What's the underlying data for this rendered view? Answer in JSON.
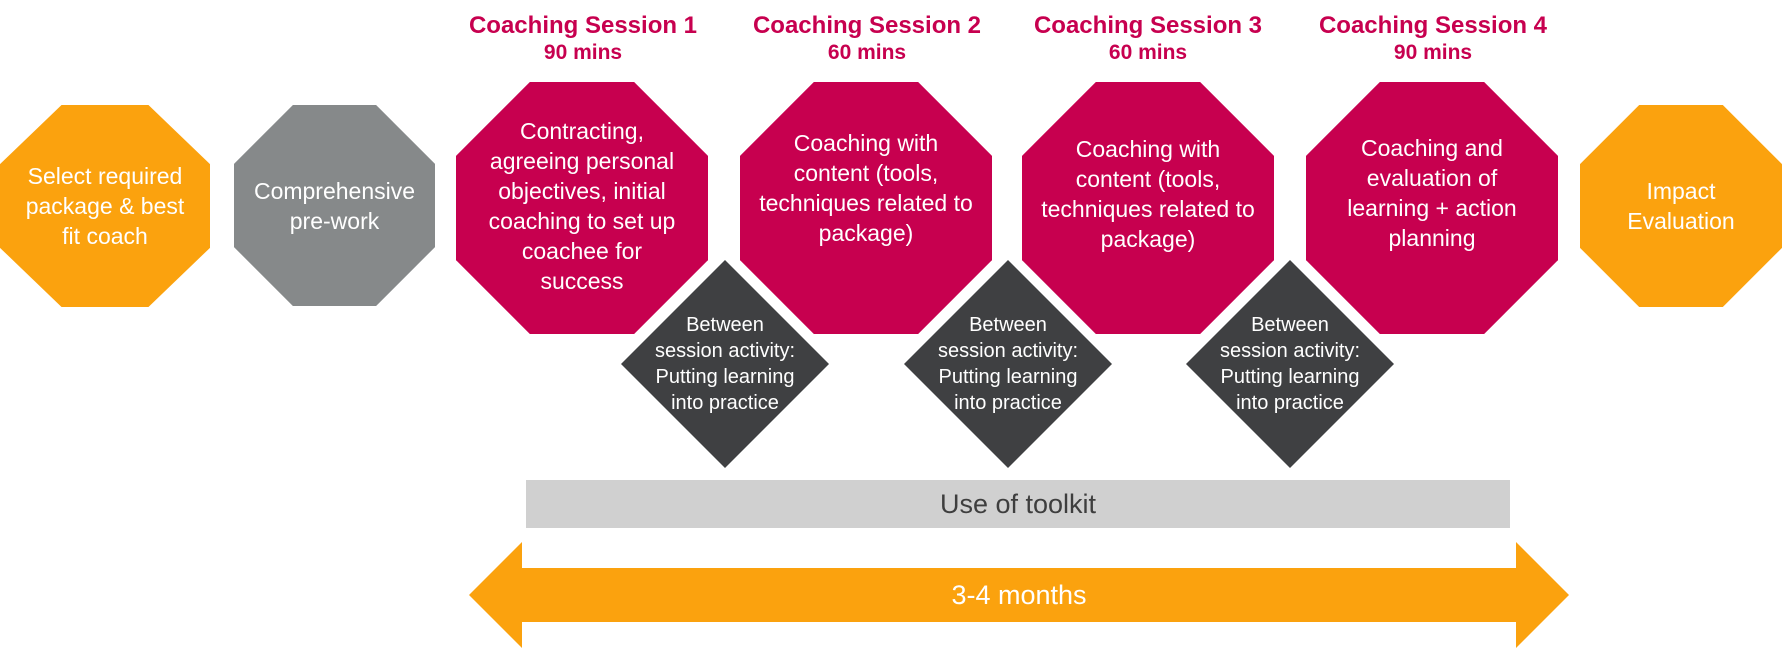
{
  "sessions": [
    {
      "title": "Coaching Session 1",
      "duration": "90 mins",
      "text": "Contracting,\nagreeing personal\nobjectives, initial\ncoaching to set up\ncoachee for\nsuccess"
    },
    {
      "title": "Coaching Session 2",
      "duration": "60 mins",
      "text": "Coaching with\ncontent (tools,\ntechniques related to\npackage)"
    },
    {
      "title": "Coaching Session 3",
      "duration": "60 mins",
      "text": "Coaching with\ncontent (tools,\ntechniques related to\npackage)"
    },
    {
      "title": "Coaching Session 4",
      "duration": "90 mins",
      "text": "Coaching and\nevaluation of\nlearning + action\nplanning"
    }
  ],
  "steps": {
    "select": "Select required\npackage & best\nfit  coach",
    "prework": "Comprehensive\npre-work",
    "impact": "Impact\nEvaluation"
  },
  "between": [
    "Between\nsession activity:\nPutting learning\ninto practice",
    "Between\nsession activity:\nPutting learning\ninto practice",
    "Between\nsession activity:\nPutting learning\ninto practice"
  ],
  "toolkit": "Use of toolkit",
  "timeline": "3-4 months",
  "colors": {
    "magenta": "#C7004F",
    "orange": "#FBA20E",
    "gray": "#86898A",
    "dark": "#3F4042",
    "toolkit_bar": "#D0D0D0"
  }
}
